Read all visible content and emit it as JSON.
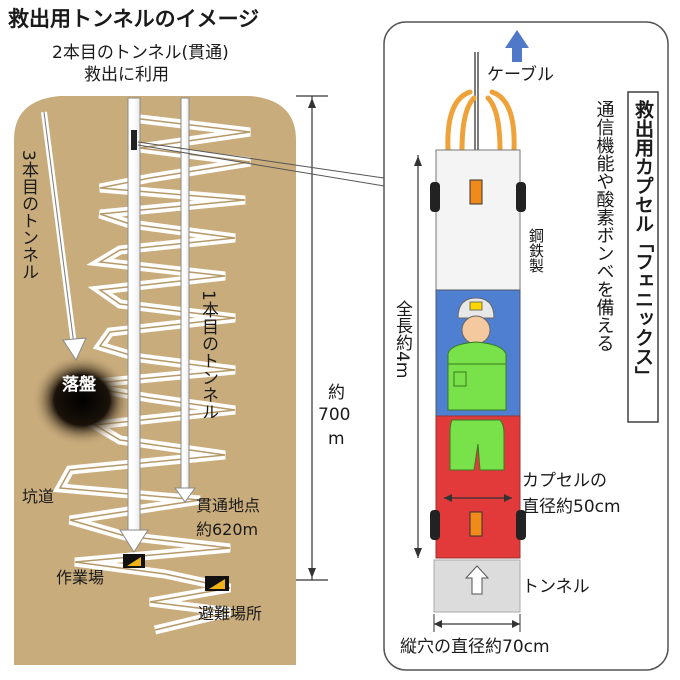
{
  "title": "救出用トンネルのイメージ",
  "left": {
    "tunnel2_line1": "2本目のトンネル(貫通)",
    "tunnel2_line2": "救出に利用",
    "tunnel3": "3本目のトンネル",
    "tunnel1": "1本目のトンネル",
    "rockfall": "落盤",
    "shaft": "坑道",
    "breakthrough_line1": "貫通地点",
    "breakthrough_line2": "約620m",
    "workplace": "作業場",
    "shelter": "避難場所",
    "depth_line1": "約",
    "depth_line2": "700",
    "depth_line3": "m"
  },
  "right": {
    "cable": "ケーブル",
    "steel": "鋼鉄製",
    "total_length": "全長約4m",
    "capsule_title": "救出用カプセル「フェニックス」",
    "capsule_desc": "通信機能や酸素ボンベを備える",
    "capsule_diameter_line1": "カプセルの",
    "capsule_diameter_line2": "直径約50cm",
    "tunnel": "トンネル",
    "bore_diameter": "縦穴の直径約70cm"
  },
  "colors": {
    "ground": "#c9ac7c",
    "capsule_top": "#f4f4f4",
    "capsule_mid": "#4f7fd0",
    "capsule_bottom": "#e23a3a",
    "suit": "#79e24a",
    "cable_arch": "#f0a23a",
    "arrow": "#4f79c8"
  }
}
